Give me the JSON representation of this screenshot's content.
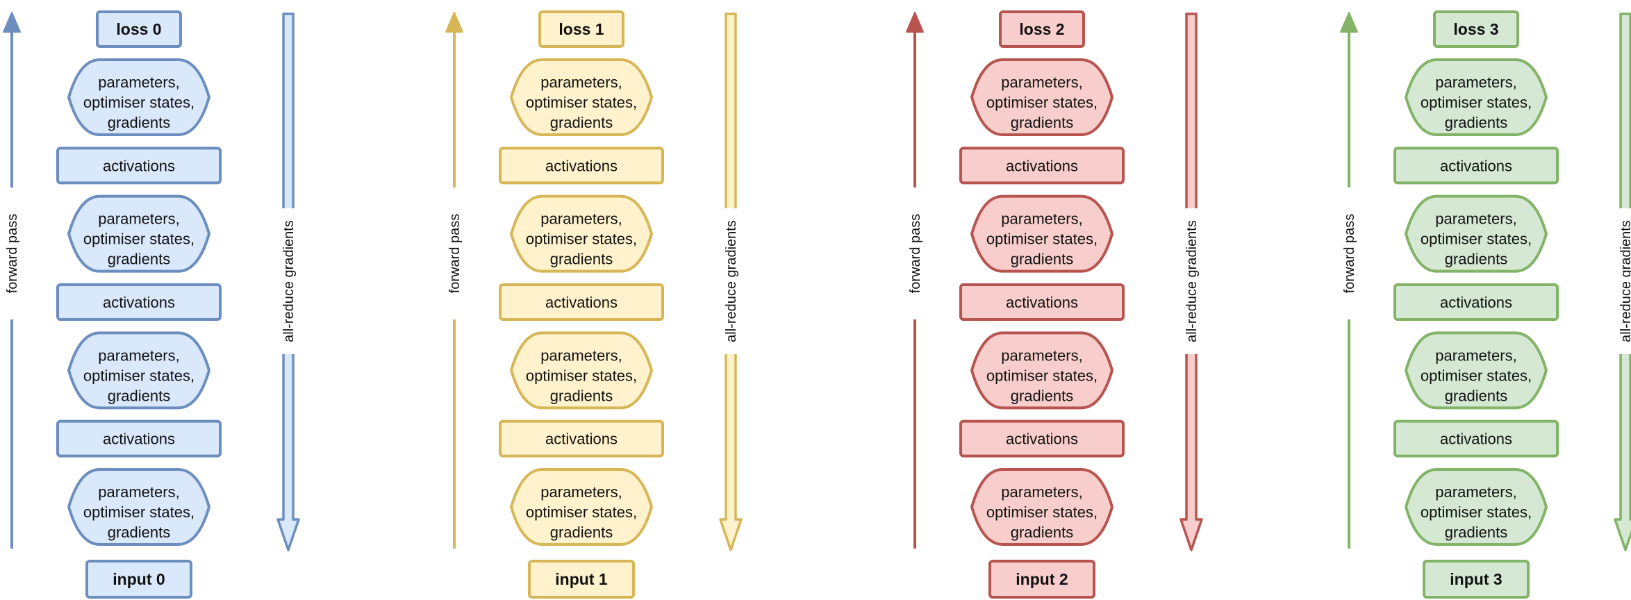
{
  "columns": [
    {
      "loss": "loss 0",
      "input": "input 0",
      "fill": "#dae8fc",
      "stroke": "#6c8ebf",
      "forward_label": "forward pass",
      "backward_label": "all-reduce gradients",
      "stack": [
        {
          "kind": "params",
          "lines": [
            "parameters,",
            "optimiser states,",
            "gradients"
          ]
        },
        {
          "kind": "act",
          "text": "activations"
        },
        {
          "kind": "params",
          "lines": [
            "parameters,",
            "optimiser states,",
            "gradients"
          ]
        },
        {
          "kind": "act",
          "text": "activations"
        },
        {
          "kind": "params",
          "lines": [
            "parameters,",
            "optimiser states,",
            "gradients"
          ]
        },
        {
          "kind": "act",
          "text": "activations"
        },
        {
          "kind": "params",
          "lines": [
            "parameters,",
            "optimiser states,",
            "gradients"
          ]
        }
      ]
    },
    {
      "loss": "loss 1",
      "input": "input 1",
      "fill": "#fff2cc",
      "stroke": "#d6b656",
      "forward_label": "forward pass",
      "backward_label": "all-reduce gradients",
      "stack": [
        {
          "kind": "params",
          "lines": [
            "parameters,",
            "optimiser states,",
            "gradients"
          ]
        },
        {
          "kind": "act",
          "text": "activations"
        },
        {
          "kind": "params",
          "lines": [
            "parameters,",
            "optimiser states,",
            "gradients"
          ]
        },
        {
          "kind": "act",
          "text": "activations"
        },
        {
          "kind": "params",
          "lines": [
            "parameters,",
            "optimiser states,",
            "gradients"
          ]
        },
        {
          "kind": "act",
          "text": "activations"
        },
        {
          "kind": "params",
          "lines": [
            "parameters,",
            "optimiser states,",
            "gradients"
          ]
        }
      ]
    },
    {
      "loss": "loss 2",
      "input": "input 2",
      "fill": "#f8cecc",
      "stroke": "#b85450",
      "forward_label": "forward pass",
      "backward_label": "all-reduce gradients",
      "stack": [
        {
          "kind": "params",
          "lines": [
            "parameters,",
            "optimiser states,",
            "gradients"
          ]
        },
        {
          "kind": "act",
          "text": "activations"
        },
        {
          "kind": "params",
          "lines": [
            "parameters,",
            "optimiser states,",
            "gradients"
          ]
        },
        {
          "kind": "act",
          "text": "activations"
        },
        {
          "kind": "params",
          "lines": [
            "parameters,",
            "optimiser states,",
            "gradients"
          ]
        },
        {
          "kind": "act",
          "text": "activations"
        },
        {
          "kind": "params",
          "lines": [
            "parameters,",
            "optimiser states,",
            "gradients"
          ]
        }
      ]
    },
    {
      "loss": "loss 3",
      "input": "input 3",
      "fill": "#d5e8d4",
      "stroke": "#82b366",
      "forward_label": "forward pass",
      "backward_label": "all-reduce gradients",
      "stack": [
        {
          "kind": "params",
          "lines": [
            "parameters,",
            "optimiser states,",
            "gradients"
          ]
        },
        {
          "kind": "act",
          "text": "activations"
        },
        {
          "kind": "params",
          "lines": [
            "parameters,",
            "optimiser states,",
            "gradients"
          ]
        },
        {
          "kind": "act",
          "text": "activations"
        },
        {
          "kind": "params",
          "lines": [
            "parameters,",
            "optimiser states,",
            "gradients"
          ]
        },
        {
          "kind": "act",
          "text": "activations"
        },
        {
          "kind": "params",
          "lines": [
            "parameters,",
            "optimiser states,",
            "gradients"
          ]
        }
      ]
    }
  ]
}
